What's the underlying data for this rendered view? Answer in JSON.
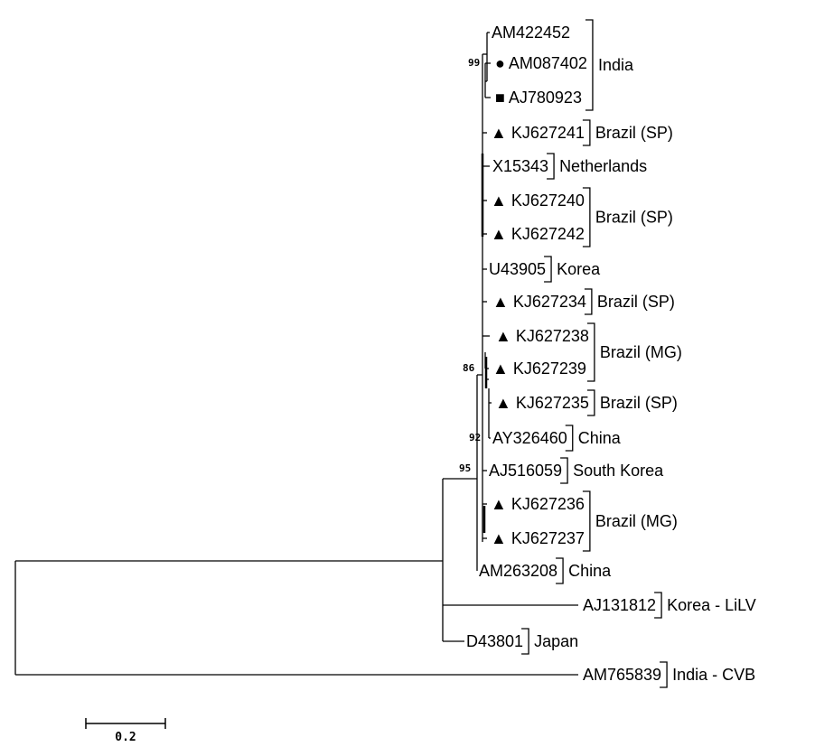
{
  "tree": {
    "leaves": [
      {
        "label": "AM422452",
        "marker": ""
      },
      {
        "label": "AM087402",
        "marker": "●"
      },
      {
        "label": "AJ780923",
        "marker": "■"
      },
      {
        "label": "KJ627241",
        "marker": "▲"
      },
      {
        "label": "X15343",
        "marker": ""
      },
      {
        "label": "KJ627240",
        "marker": "▲"
      },
      {
        "label": "KJ627242",
        "marker": "▲"
      },
      {
        "label": "U43905",
        "marker": ""
      },
      {
        "label": "KJ627234",
        "marker": "▲"
      },
      {
        "label": "KJ627238",
        "marker": "▲"
      },
      {
        "label": "KJ627239",
        "marker": "▲"
      },
      {
        "label": "KJ627235",
        "marker": "▲"
      },
      {
        "label": "AY326460",
        "marker": ""
      },
      {
        "label": "AJ516059",
        "marker": ""
      },
      {
        "label": "KJ627236",
        "marker": "▲"
      },
      {
        "label": "KJ627237",
        "marker": "▲"
      },
      {
        "label": "AM263208",
        "marker": ""
      },
      {
        "label": "AJ131812",
        "marker": ""
      },
      {
        "label": "D43801",
        "marker": ""
      },
      {
        "label": "AM765839",
        "marker": ""
      }
    ],
    "groups": [
      {
        "label": "India",
        "from": 0,
        "to": 2
      },
      {
        "label": "Brazil (SP)",
        "from": 3,
        "to": 3
      },
      {
        "label": "Netherlands",
        "from": 4,
        "to": 4
      },
      {
        "label": "Brazil (SP)",
        "from": 5,
        "to": 6
      },
      {
        "label": "Korea",
        "from": 7,
        "to": 7
      },
      {
        "label": "Brazil (SP)",
        "from": 8,
        "to": 8
      },
      {
        "label": "Brazil (MG)",
        "from": 9,
        "to": 10
      },
      {
        "label": "Brazil (SP)",
        "from": 11,
        "to": 11
      },
      {
        "label": "China",
        "from": 12,
        "to": 12
      },
      {
        "label": "South Korea",
        "from": 13,
        "to": 13
      },
      {
        "label": "Brazil (MG)",
        "from": 14,
        "to": 15
      },
      {
        "label": "China",
        "from": 16,
        "to": 16
      },
      {
        "label": "Korea - LiLV",
        "from": 17,
        "to": 17
      },
      {
        "label": "Japan",
        "from": 18,
        "to": 18
      },
      {
        "label": "India - CVB",
        "from": 19,
        "to": 19
      }
    ],
    "bootstrap": [
      "99",
      "86",
      "92",
      "95"
    ],
    "scale_label": "0.2"
  }
}
